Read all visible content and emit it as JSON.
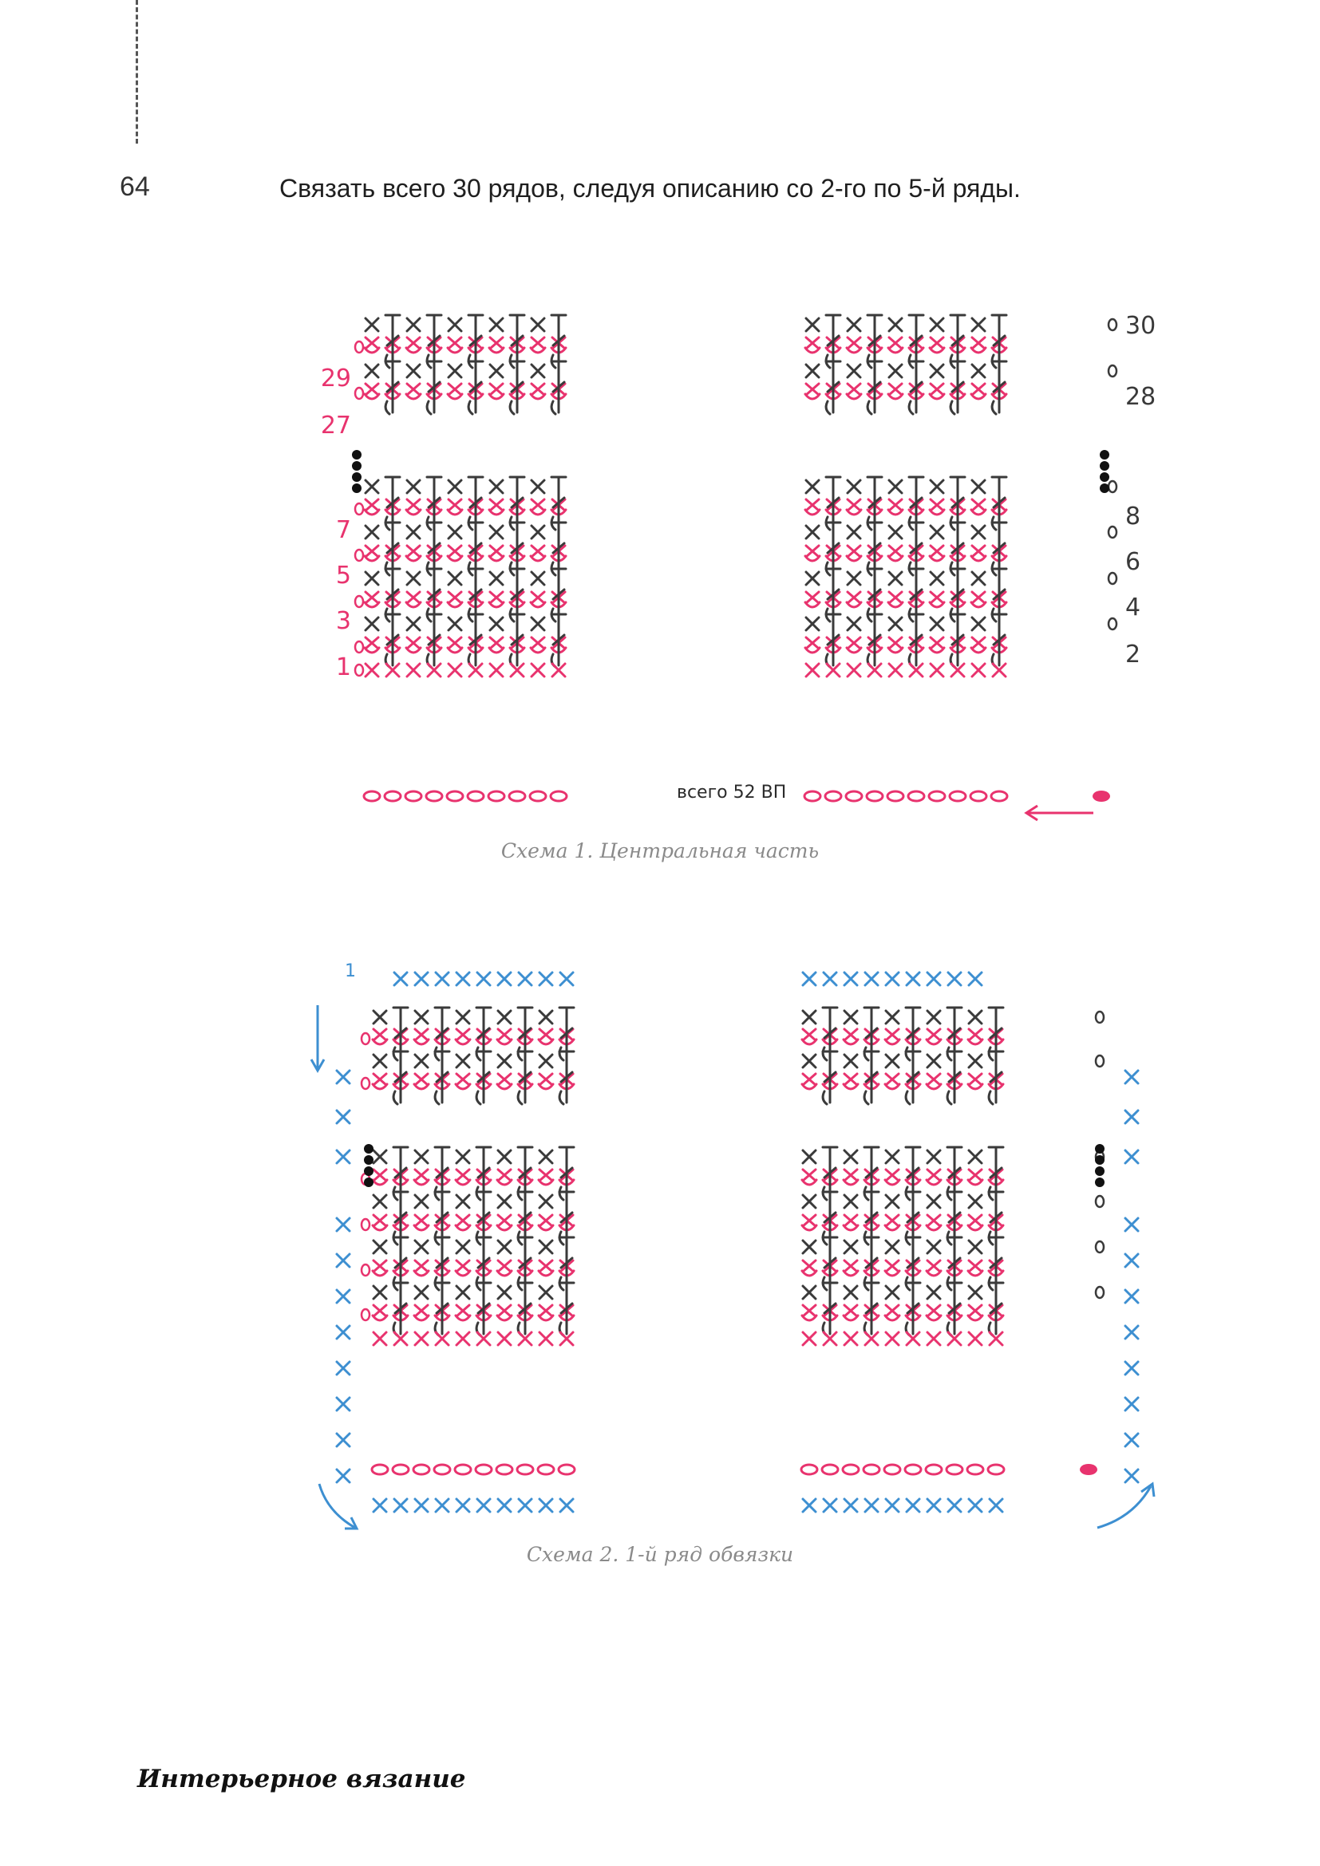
{
  "page_number": "64",
  "instruction": "Связать всего 30 рядов, следуя описанию со 2-го по 5-й ряды.",
  "diagram1": {
    "caption": "Схема 1. Центральная часть",
    "chain_label": "всего 52 ВП",
    "left_row_numbers": [
      "1",
      "3",
      "5",
      "7",
      "27",
      "29"
    ],
    "right_row_numbers": [
      "2",
      "4",
      "6",
      "8",
      "28",
      "30"
    ]
  },
  "diagram2": {
    "caption": "Схема 2. 1-й ряд обвязки",
    "corner_label": "1"
  },
  "footer": "Интерьерное вязание",
  "colors": {
    "pink": "#e8336e",
    "dark": "#3a3a3a",
    "blue": "#3d8fd1",
    "gray_caption": "#8a8a8a"
  }
}
